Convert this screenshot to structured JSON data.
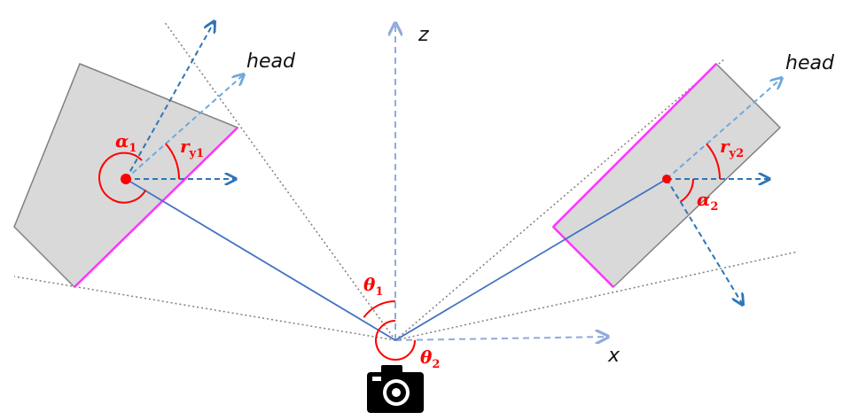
{
  "colors": {
    "box_fill": "#d9d9d9",
    "box_stroke": "#808080",
    "front_face": "#ff33ff",
    "camera_ray": "#4472c4",
    "heading_dark": "#2e75b6",
    "heading_light": "#6fa8dc",
    "axis": "#8faadc",
    "fov": "#7f7f7f",
    "angle_red": "#ff0000"
  },
  "labels": {
    "head_left": "head",
    "head_right": "head",
    "axis_z": "z",
    "axis_x": "x"
  },
  "angles": {
    "alpha1": {
      "symbol": "α",
      "sub": "1"
    },
    "ry1": {
      "symbol": "r",
      "sub": "y1"
    },
    "alpha2": {
      "symbol": "α",
      "sub": "2"
    },
    "ry2": {
      "symbol": "r",
      "sub": "y2"
    },
    "theta1": {
      "symbol": "θ",
      "sub": "1"
    },
    "theta2": {
      "symbol": "θ",
      "sub": "2"
    }
  },
  "icons": {
    "camera": "camera-icon"
  }
}
